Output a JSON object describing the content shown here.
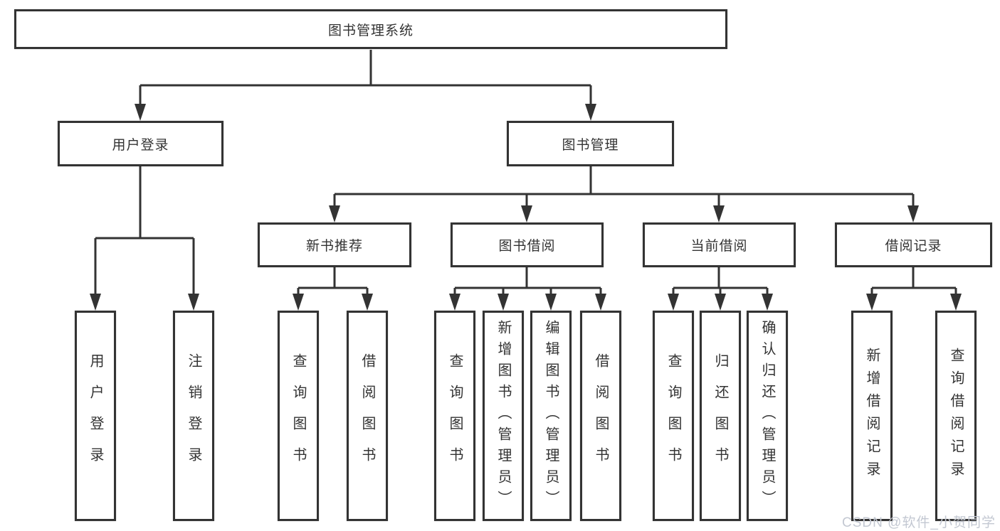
{
  "diagram": {
    "root": "图书管理系统",
    "branches": [
      {
        "label": "用户登录",
        "children": [
          {
            "label": "用户登录"
          },
          {
            "label": "注销登录"
          }
        ]
      },
      {
        "label": "图书管理",
        "children": [
          {
            "label": "新书推荐",
            "children": [
              {
                "label": "查询图书"
              },
              {
                "label": "借阅图书"
              }
            ]
          },
          {
            "label": "图书借阅",
            "children": [
              {
                "label": "查询图书"
              },
              {
                "label": "新增图书（管理员）"
              },
              {
                "label": "编辑图书（管理员）"
              },
              {
                "label": "借阅图书"
              }
            ]
          },
          {
            "label": "当前借阅",
            "children": [
              {
                "label": "查询图书"
              },
              {
                "label": "归还图书"
              },
              {
                "label": "确认归还（管理员）"
              }
            ]
          },
          {
            "label": "借阅记录",
            "children": [
              {
                "label": "新增借阅记录"
              },
              {
                "label": "查询借阅记录"
              }
            ]
          }
        ]
      }
    ]
  },
  "watermark": {
    "text": "CSDN @软件_小贺同学"
  },
  "colors": {
    "line": "#333333",
    "box_background": "#ffffff",
    "text": "#333333",
    "watermark": "#c3c8d2"
  }
}
